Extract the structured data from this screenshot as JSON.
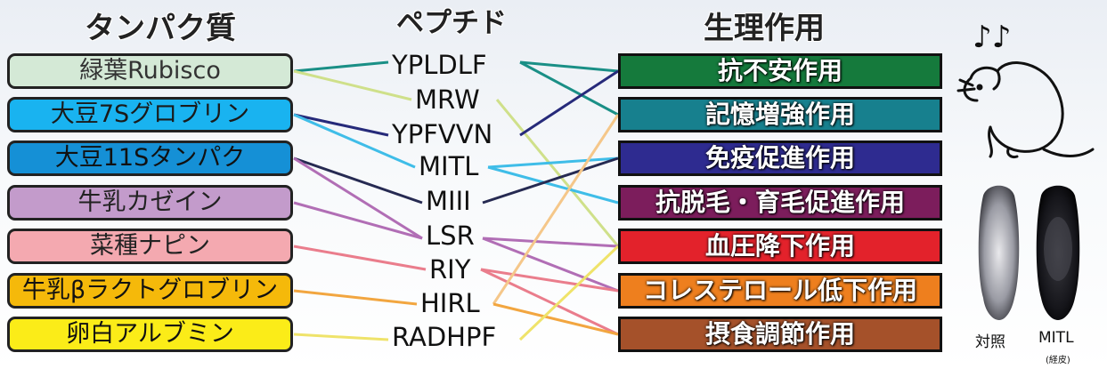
{
  "headers": {
    "protein": "タンパク質",
    "peptide": "ペプチド",
    "effect": "生理作用"
  },
  "proteins": [
    {
      "label": "緑葉Rubisco",
      "bg": "#d4e9d6",
      "fg": "#333333"
    },
    {
      "label": "大豆7Sグロブリン",
      "bg": "#19b3f0",
      "fg": "#1a1a1a"
    },
    {
      "label": "大豆11Sタンパク",
      "bg": "#1590d6",
      "fg": "#111111"
    },
    {
      "label": "牛乳カゼイン",
      "bg": "#c39bcb",
      "fg": "#222222"
    },
    {
      "label": "菜種ナピン",
      "bg": "#f4a9b0",
      "fg": "#222222"
    },
    {
      "label": "牛乳βラクトグロブリン",
      "bg": "#f5b90a",
      "fg": "#111111"
    },
    {
      "label": "卵白アルブミン",
      "bg": "#fbec18",
      "fg": "#111111"
    }
  ],
  "peptides": [
    "YPLDLF",
    "MRW",
    "YPFVVN",
    "MITL",
    "MIII",
    "LSR",
    "RIY",
    "HIRL",
    "RADHPF"
  ],
  "effects": [
    {
      "label": "抗不安作用",
      "bg": "#157a3c"
    },
    {
      "label": "記憶増強作用",
      "bg": "#17808e"
    },
    {
      "label": "免疫促進作用",
      "bg": "#2e2b90"
    },
    {
      "label": "抗脱毛・育毛促進作用",
      "bg": "#7c1d5c"
    },
    {
      "label": "血圧降下作用",
      "bg": "#e3222b"
    },
    {
      "label": "コレステロール低下作用",
      "bg": "#ee7f1e"
    },
    {
      "label": "摂食調節作用",
      "bg": "#a5512a"
    }
  ],
  "links_protein_peptide": [
    {
      "from": 0,
      "to": 0,
      "color": "#1a8f86"
    },
    {
      "from": 0,
      "to": 1,
      "color": "#cfe08a"
    },
    {
      "from": 1,
      "to": 2,
      "color": "#262a7a"
    },
    {
      "from": 1,
      "to": 3,
      "color": "#3fbde8"
    },
    {
      "from": 2,
      "to": 4,
      "color": "#262a52"
    },
    {
      "from": 2,
      "to": 5,
      "color": "#b16eb5"
    },
    {
      "from": 3,
      "to": 5,
      "color": "#b16eb5"
    },
    {
      "from": 4,
      "to": 6,
      "color": "#ea7d8c"
    },
    {
      "from": 5,
      "to": 7,
      "color": "#f2a640"
    },
    {
      "from": 6,
      "to": 8,
      "color": "#efe36a"
    }
  ],
  "links_peptide_effect": [
    {
      "from": 0,
      "to": 0,
      "color": "#1a8f86"
    },
    {
      "from": 0,
      "to": 1,
      "color": "#1a8f86"
    },
    {
      "from": 1,
      "to": 4,
      "color": "#cfe08a"
    },
    {
      "from": 2,
      "to": 0,
      "color": "#262a7a"
    },
    {
      "from": 3,
      "to": 2,
      "color": "#3fbde8"
    },
    {
      "from": 3,
      "to": 3,
      "color": "#3fbde8"
    },
    {
      "from": 4,
      "to": 2,
      "color": "#262a52"
    },
    {
      "from": 5,
      "to": 4,
      "color": "#b16eb5"
    },
    {
      "from": 5,
      "to": 5,
      "color": "#b16eb5"
    },
    {
      "from": 6,
      "to": 5,
      "color": "#ea7d8c"
    },
    {
      "from": 6,
      "to": 6,
      "color": "#ea7d8c"
    },
    {
      "from": 7,
      "to": 1,
      "color": "#f5c78a"
    },
    {
      "from": 7,
      "to": 6,
      "color": "#f2a640"
    },
    {
      "from": 8,
      "to": 4,
      "color": "#efe36a"
    }
  ],
  "captions": {
    "control": "対照",
    "mitl": "MITL",
    "mitl_note": "(経皮)"
  },
  "music_notes": "♪♪"
}
